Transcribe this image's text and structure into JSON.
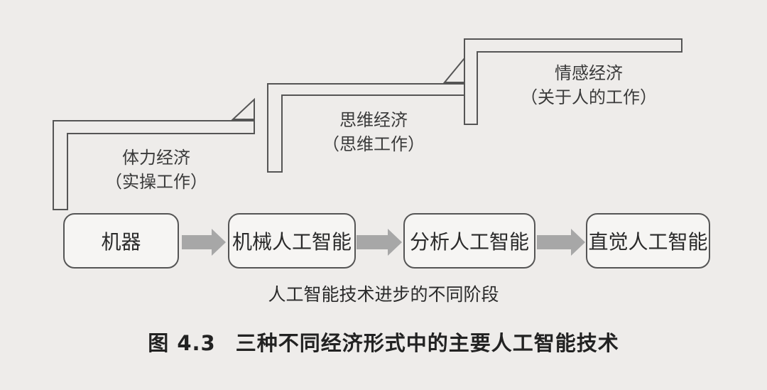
{
  "economies": [
    {
      "name": "体力经济",
      "sub": "（实操工作）"
    },
    {
      "name": "思维经济",
      "sub": "（思维工作）"
    },
    {
      "name": "情感经济",
      "sub": "（关于人的工作）"
    }
  ],
  "stages": [
    "机器",
    "机械人工智能",
    "分析人工智能",
    "直觉人工智能"
  ],
  "stage_caption": "人工智能技术进步的不同阶段",
  "figure": {
    "number": "图 4.3",
    "title": "三种不同经济形式中的主要人工智能技术"
  }
}
